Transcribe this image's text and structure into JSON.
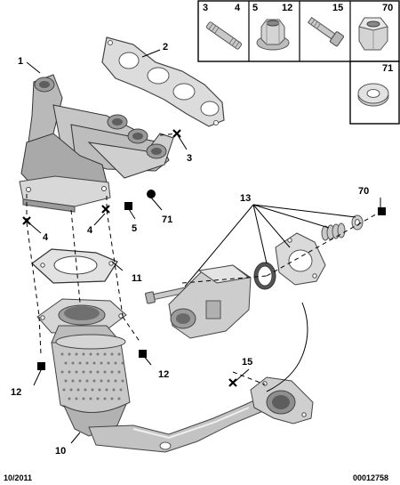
{
  "callouts": {
    "c1": "1",
    "c2": "2",
    "c3": "3",
    "c4a": "4",
    "c4b": "4",
    "c5": "5",
    "c71": "71",
    "c10": "10",
    "c11": "11",
    "c12a": "12",
    "c12b": "12",
    "c13": "13",
    "c15": "15",
    "c70": "70"
  },
  "legend": {
    "row1": [
      {
        "left": "3",
        "right": "4"
      },
      {
        "left": "5",
        "right": "12"
      },
      {
        "left": "",
        "right": "15"
      },
      {
        "left": "",
        "right": "70"
      }
    ],
    "row2": [
      {
        "left": "",
        "right": "71"
      }
    ]
  },
  "footer": {
    "date": "10/2011",
    "ref": "00012758"
  }
}
